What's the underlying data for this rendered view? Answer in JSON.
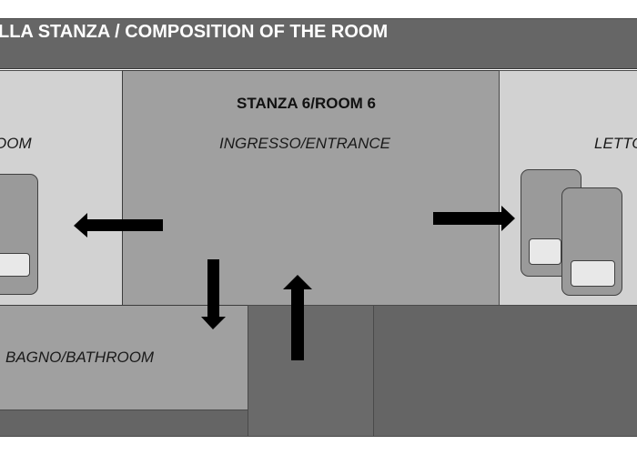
{
  "header": {
    "title": "LLA STANZA / COMPOSITION OF THE ROOM"
  },
  "rooms": {
    "left_partial_label": "OOM",
    "center_title": "STANZA 6/ROOM 6",
    "center_subtitle": "INGRESSO/ENTRANCE",
    "right_partial_label": "LETTO",
    "bathroom_label": "BAGNO/BATHROOM"
  },
  "icons": {
    "arrow_left": "arrow-left-icon",
    "arrow_right": "arrow-right-icon",
    "arrow_down": "arrow-down-icon",
    "arrow_up": "arrow-up-icon",
    "bed": "bed-icon"
  },
  "colors": {
    "header_bg": "#666666",
    "light_room": "#d2d2d2",
    "mid_room": "#a0a0a0",
    "dark_area": "#656565",
    "arrow": "#000000"
  }
}
